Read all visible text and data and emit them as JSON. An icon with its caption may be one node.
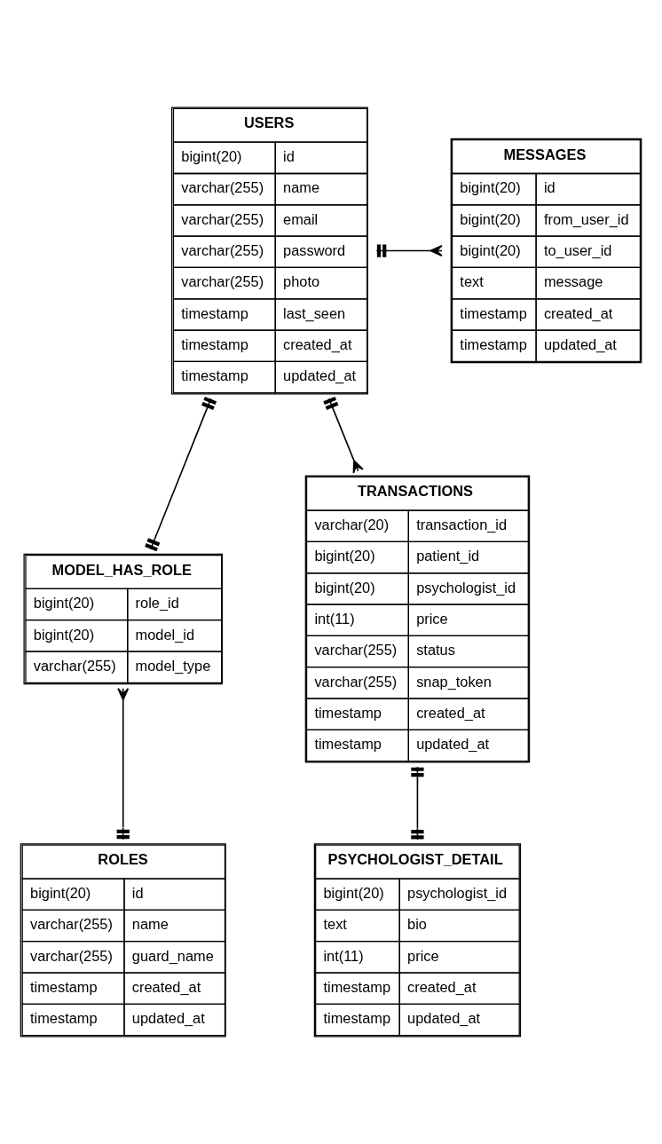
{
  "diagram": {
    "nodes": [
      {
        "text": [
          "USERS",
          "bigint(20)",
          "id",
          "varchar(255)",
          "name",
          "varchar(255)",
          "email",
          "varchar(255)",
          "password",
          "varchar(255)",
          "photo",
          "timestamp",
          "last_seen",
          "timestamp",
          "created_at",
          "timestamp",
          "updated_at"
        ]
      },
      {
        "text": [
          "MESSAGES",
          "bigint(20)",
          "id",
          "bigint(20)",
          "from_user_id",
          "bigint(20)",
          "to_user_id",
          "text",
          "message",
          "timestamp",
          "created_at",
          "timestamp",
          "updated_at"
        ]
      },
      {
        "text": [
          "MODEL_HAS_ROLE",
          "bigint(20)",
          "role_id",
          "bigint(20)",
          "model_id",
          "varchar(255)",
          "model_type"
        ]
      },
      {
        "text": [
          "TRANSACTIONS",
          "varchar(20)",
          "transaction_id",
          "bigint(20)",
          "patient_id",
          "bigint(20)",
          "psychologist_id",
          "int(11)",
          "price",
          "varchar(255)",
          "status",
          "varchar(255)",
          "snap_token",
          "timestamp",
          "created_at",
          "timestamp",
          "updated_at"
        ]
      },
      {
        "text": [
          "ROLES",
          "bigint(20)",
          "id",
          "varchar(255)",
          "name",
          "varchar(255)",
          "guard_name",
          "timestamp",
          "created_at",
          "timestamp",
          "updated_at"
        ]
      },
      {
        "text": [
          "PSYCHOLOGIST_DETAIL",
          "bigint(20)",
          "psychologist_id",
          "text",
          "bio",
          "int(11)",
          "price",
          "timestamp",
          "created_at",
          "timestamp",
          "updated_at"
        ]
      }
    ],
    "edges": [
      {
        "from": 0,
        "to": 1,
        "arrow": "other"
      },
      {
        "from": 0,
        "to": 3,
        "arrow": "other"
      },
      {
        "from": 0,
        "to": 2,
        "arrow": "other"
      },
      {
        "from": 2,
        "to": 4,
        "arrow": "other"
      },
      {
        "from": 3,
        "to": 5,
        "arrow": "other"
      }
    ]
  }
}
